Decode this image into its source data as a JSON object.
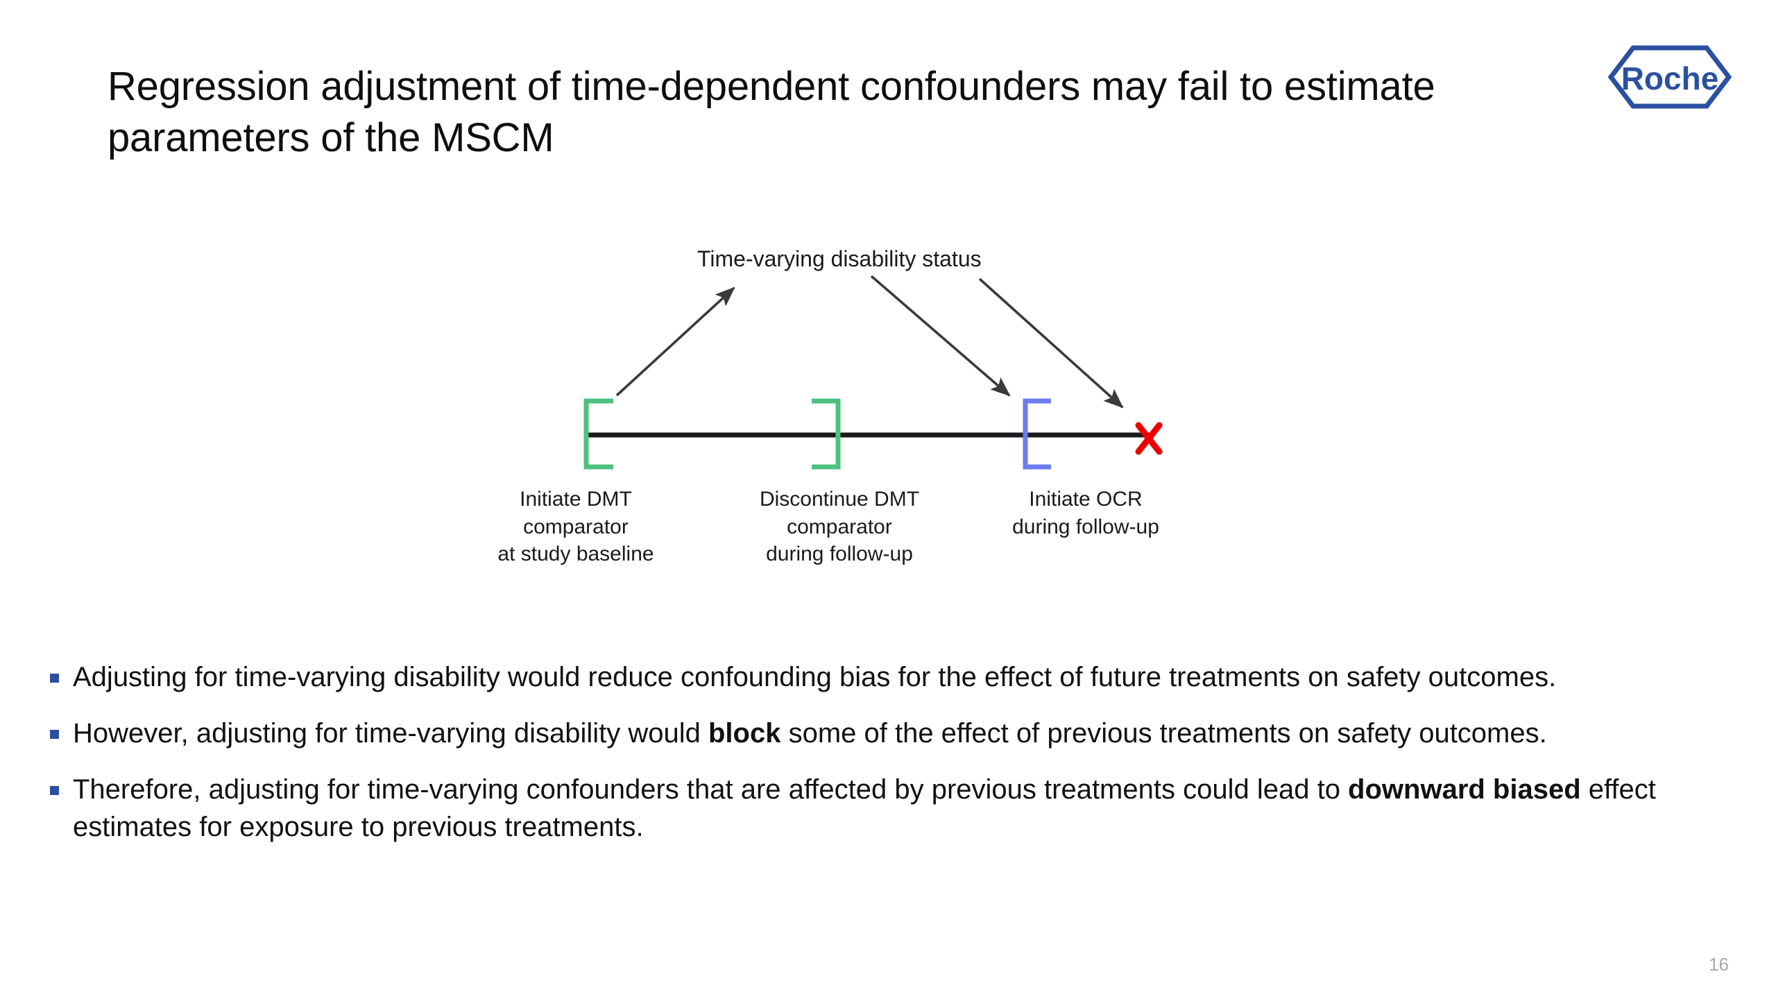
{
  "slide": {
    "title": "Regression adjustment of time-dependent confounders may fail to estimate parameters of the MSCM",
    "page_number": "16",
    "background_color": "#ffffff"
  },
  "logo": {
    "brand": "Roche",
    "color": "#2b50a1",
    "shape": "hexagon"
  },
  "diagram": {
    "top_label": "Time-varying disability status",
    "timeline": {
      "line_color": "#1a1a1a",
      "end_marker": "X",
      "end_marker_color": "#ee0000"
    },
    "markers": [
      {
        "bracket": "[",
        "color": "#4ec17f",
        "caption_line1": "Initiate DMT",
        "caption_line2": "comparator",
        "caption_line3": "at study baseline"
      },
      {
        "bracket": "]",
        "color": "#4ec17f",
        "caption_line1": "Discontinue DMT",
        "caption_line2": "comparator",
        "caption_line3": "during follow-up"
      },
      {
        "bracket": "[",
        "color": "#6c7bf0",
        "caption_line1": "Initiate OCR",
        "caption_line2": "during follow-up",
        "caption_line3": ""
      }
    ],
    "arrow_color": "#3a3a3a",
    "arrow_count": 3
  },
  "bullets": [
    {
      "marker_color": "#2b50a1",
      "parts": [
        {
          "text": "Adjusting for time-varying disability would reduce confounding bias for the effect of future treatments on safety outcomes.",
          "bold": false
        }
      ]
    },
    {
      "marker_color": "#2b50a1",
      "parts": [
        {
          "text": "However, adjusting for time-varying disability would ",
          "bold": false
        },
        {
          "text": "block",
          "bold": true
        },
        {
          "text": " some of the effect of previous treatments on safety outcomes.",
          "bold": false
        }
      ]
    },
    {
      "marker_color": "#2b50a1",
      "parts": [
        {
          "text": "Therefore, adjusting for time-varying confounders that are affected by previous treatments could lead to ",
          "bold": false
        },
        {
          "text": "downward biased",
          "bold": true
        },
        {
          "text": " effect estimates for exposure to previous treatments.",
          "bold": false
        }
      ]
    }
  ]
}
